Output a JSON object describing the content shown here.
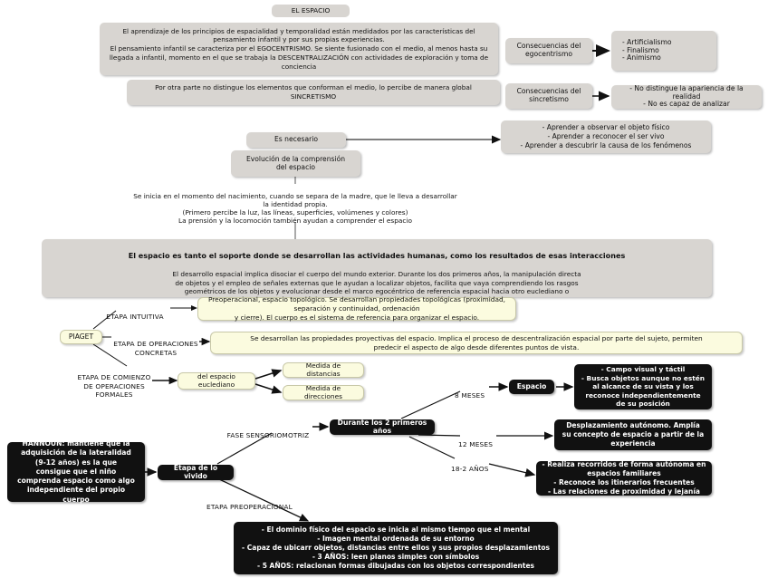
{
  "diagram": {
    "title": "EL ESPACIO",
    "colors": {
      "grey_box": "#d8d5d1",
      "yellow_box": "#fbfbdf",
      "black_box": "#111111",
      "page_background": "#ffffff",
      "text_dark": "#101010",
      "text_light": "#ffffff"
    },
    "nodes": {
      "title": "EL ESPACIO",
      "intro_block": "El aprendizaje de los principios de espacialidad y temporalidad están medidados por las características del pensamiento infantil y por sus propias experiencias.\nEl pensamiento infantil se caracteriza por el EGOCENTRISMO. Se siente fusionado con el medio, al menos hasta su llegada a infantil, momento en el que se trabaja la DESCENTRALIZACIÓN con actividades de exploración y toma de conciencia",
      "sincretismo_block": "Por otra parte no distingue los elementos que conforman el medio, lo percibe de manera global\nSINCRETISMO",
      "consecuencias_egocentrismo": "Consecuencias del\negocentrismo",
      "consecuencias_egocentrismo_result": "- Artificialismo\n- Finalismo\n- Animismo",
      "consecuencias_sincretismo": "Consecuencias del\nsincretismo",
      "consecuencias_sincretismo_result": "- No distingue la apariencia de la realidad\n- No es capaz de analizar",
      "es_necesario": "Es necesario",
      "es_necesario_result": "- Aprender a observar el objeto físico\n- Aprender a reconocer el ser vivo\n- Aprender a descubrir la causa de los fenómenos",
      "evolucion": "Evolución de la comprensión\ndel espacio",
      "evolucion_detail": "Se inicia en el momento del nacimiento, cuando se separa de la madre, que le lleva a desarrollar\nla identidad propia.\n(Primero percibe la luz, las líneas, superficies, volúmenes y colores)\nLa prensión y la locomoción también ayudan a comprender el espacio",
      "espacio_soporte_heading": "El espacio es tanto el soporte donde se desarrollan las actividades humanas, como los resultados de esas interacciones",
      "espacio_soporte_body": "El desarrollo espacial implica disociar el cuerpo del mundo exterior. Durante los dos primeros años, la manipulación directa\nde objetos y el empleo de señales externas que le ayudan a localizar objetos, facilita que vaya comprendiendo los rasgos\ngeométricos de los objetos y evolucionar desde el marco egocéntrico de referencia espacial hacia otro euclediano o\ngeométrico externo",
      "piaget": "PIAGET",
      "etapa_intuitiva_label": "ETAPA INTUITIVA",
      "etapa_intuitiva_text": "Preoperacional, espacio topológico. Se desarrollan propiedades topológicas (proximidad, separación y continuidad, ordenación\ny cierre). El cuerpo es el sistema de referencia para organizar el espacio.",
      "etapa_concretas_label": "ETAPA DE OPERACIONES\nCONCRETAS",
      "etapa_concretas_text": "Se desarrollan las propiedades proyectivas del espacio. Implica el proceso de descentralización espacial por parte del sujeto, permiten\npredecir el aspecto de algo desde diferentes puntos de vista.",
      "etapa_formales_label": "ETAPA DE COMIENZO\nDE OPERACIONES\nFORMALES",
      "espacio_euclediano": "del espacio euclediano",
      "medida_distancias": "Medida de distancias",
      "medida_direcciones": "Medida de direcciones",
      "fase_sensoriomotriz_label": "FASE SENSORIOMOTRIZ",
      "durante_dos_primeros": "Durante los 2 primeros años",
      "ocho_meses_label": "8 MESES",
      "espacio_black": "Espacio",
      "espacio_black_result": "- Campo visual y táctil\n- Busca objetos aunque no estén\nal alcance de su vista y los\nreconoce independientemente\nde su posición",
      "doce_meses_label": "12 MESES",
      "doce_meses_result": "Desplazamiento autónomo. Amplía\nsu concepto de espacio a partir de la\nexperiencia",
      "dieciocho_dos_label": "18-2 AÑOS",
      "dieciocho_dos_result": "- Realiza recorridos de forma autónoma en\nespacios familiares\n- Reconoce los itinerarios frecuentes\n- Las relaciones de proximidad y lejanía",
      "hannoun": "HANNOUN: mantiene que la\nadquisición de la lateralidad\n(9-12 años) es la que\nconsigue que el niño\ncomprenda espacio como algo\nindependiente del propio cuerpo",
      "etapa_vivido": "Etapa de lo vivido",
      "etapa_preoperacional_label": "ETAPA PREOPERACIONAL",
      "etapa_preoperacional_result": "- El dominio físico del espacio se inicia al mismo tiempo que el mental\n- Imagen mental ordenada de su entorno\n- Capaz de ubicarr objetos, distancias entre ellos y sus propios desplazamientos\n- 3 AÑOS: leen planos simples con símbolos\n- 5 AÑOS: relacionan formas dibujadas con los objetos correspondientes"
    }
  }
}
